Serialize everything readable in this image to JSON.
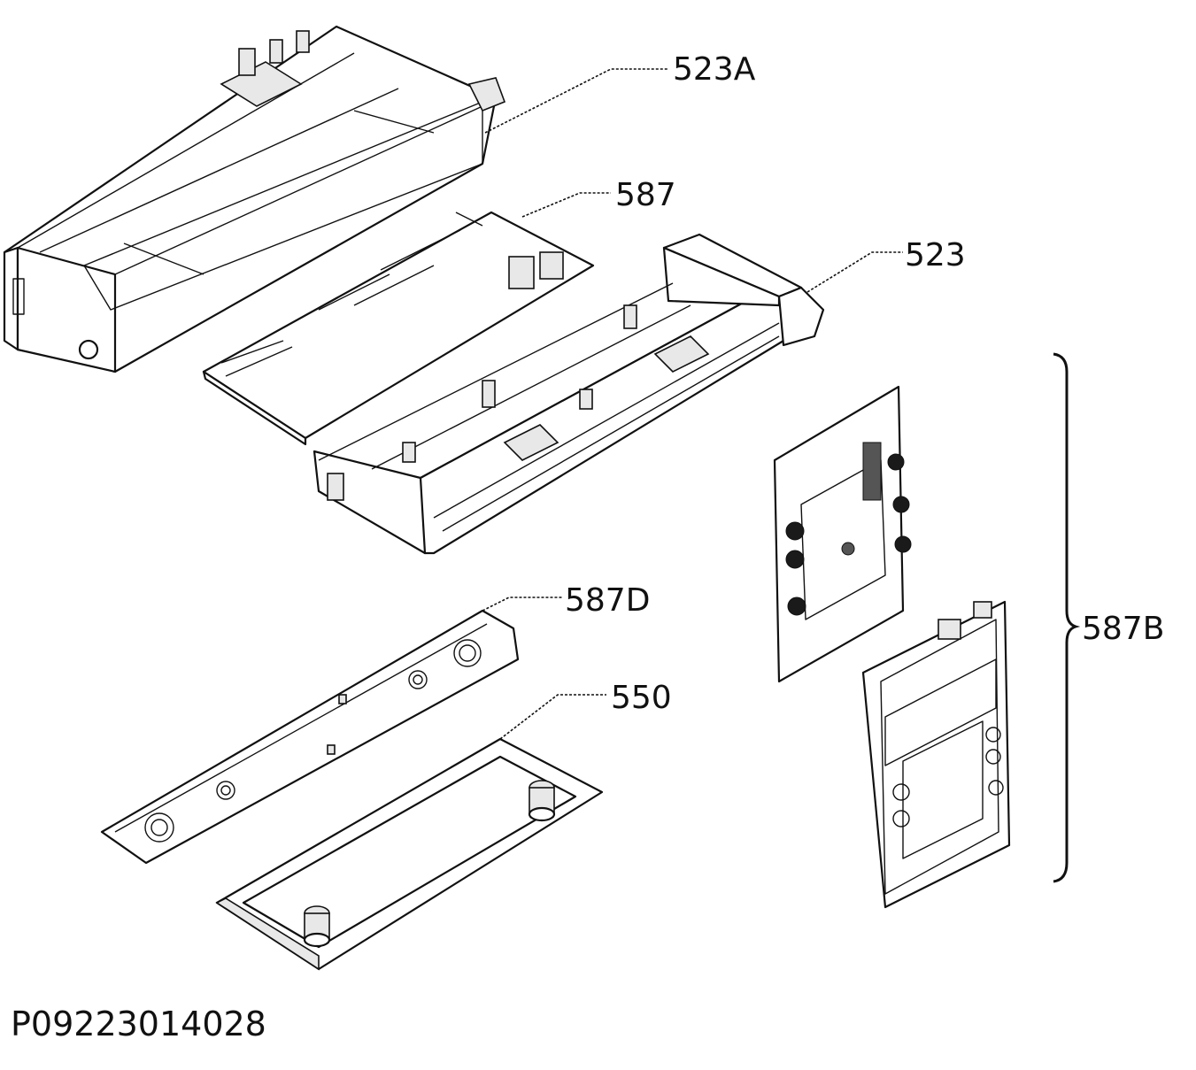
{
  "labels": {
    "part_523A": "523A",
    "part_587": "587",
    "part_523": "523",
    "part_587D": "587D",
    "part_550": "550",
    "part_587B": "587B"
  },
  "drawing_code": "P09223014028"
}
